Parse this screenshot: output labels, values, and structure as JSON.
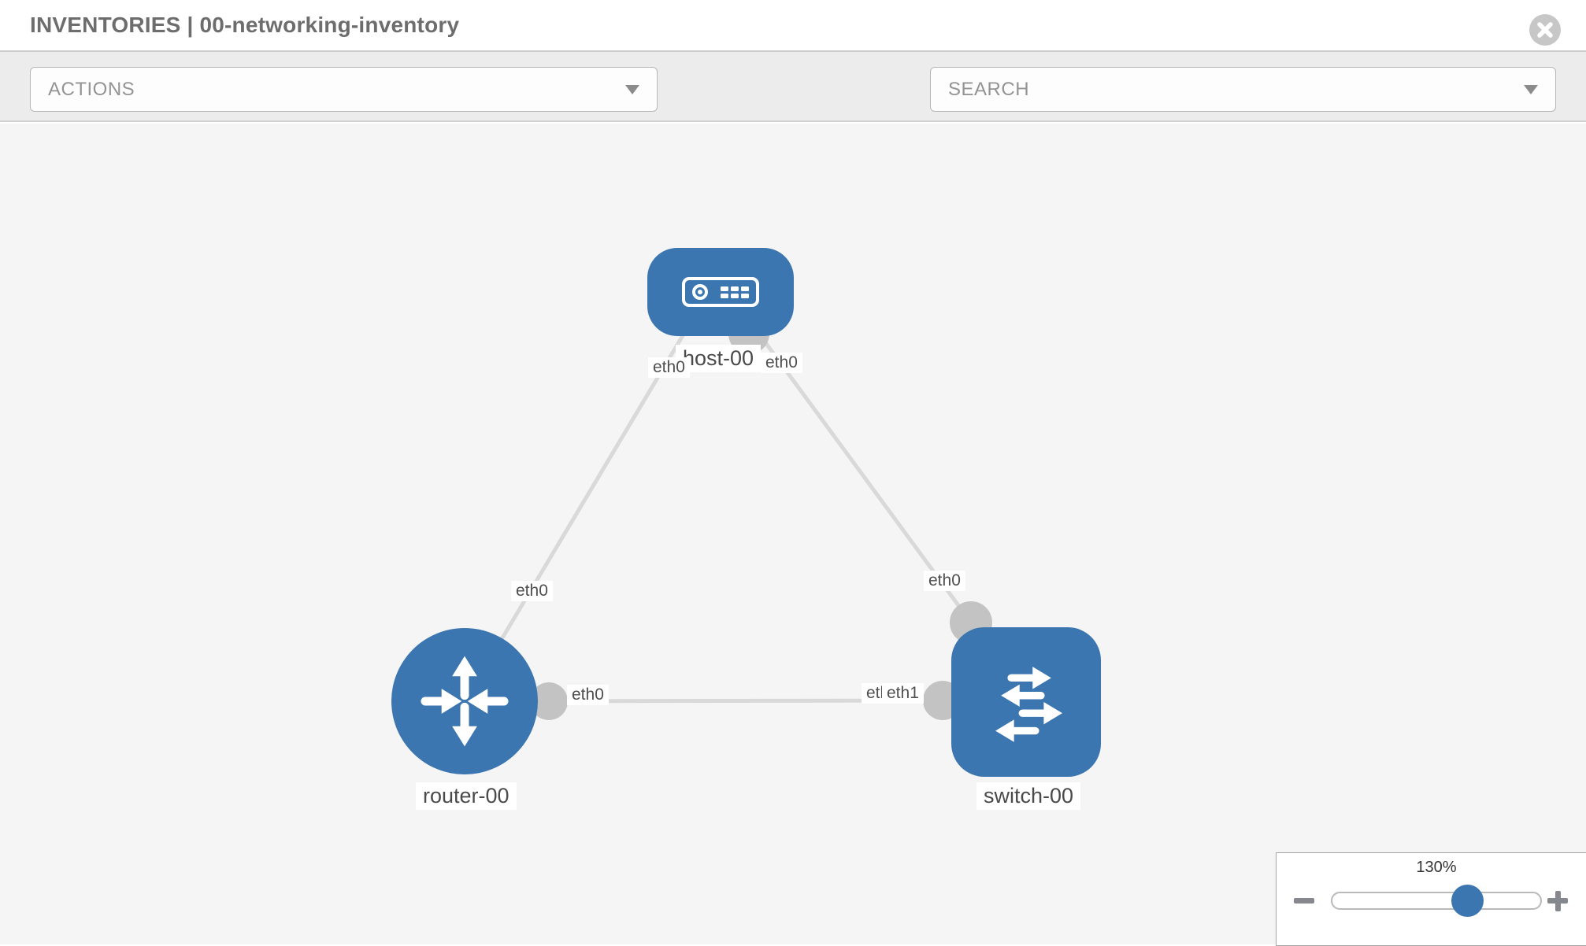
{
  "header": {
    "title": "INVENTORIES | 00-networking-inventory"
  },
  "toolbar": {
    "actions_label": "ACTIONS",
    "search_placeholder": "SEARCH"
  },
  "icons": {
    "close": "circle-x",
    "wrench": "wrench",
    "key": "key",
    "caret": "chevron-down",
    "host": "server",
    "router": "router-arrows",
    "switch": "switch-arrows",
    "zoom_out": "minus",
    "zoom_in": "plus"
  },
  "topology": {
    "nodes": {
      "host": {
        "label": "host-00",
        "type": "host"
      },
      "router": {
        "label": "router-00",
        "type": "router"
      },
      "switch": {
        "label": "switch-00",
        "type": "switch"
      }
    },
    "iface_labels": {
      "host_left": "eth0",
      "host_right": "eth0",
      "router_top": "eth0",
      "router_right": "eth0",
      "switch_top": "eth0",
      "switch_left_back": "eth0",
      "switch_left_front": "eth1"
    },
    "links": [
      {
        "source": "router-00",
        "source_iface": "eth0",
        "target": "host-00",
        "target_iface": "eth0"
      },
      {
        "source": "host-00",
        "source_iface": "eth0",
        "target": "switch-00",
        "target_iface": "eth0"
      },
      {
        "source": "router-00",
        "source_iface": "eth0",
        "target": "switch-00",
        "target_iface": "eth1"
      }
    ]
  },
  "zoom_panel": {
    "level": "130%"
  },
  "colors": {
    "node_blue": "#3c76b0",
    "edge_gray": "#d9d9d9",
    "port_gray": "#c3c3c3",
    "canvas_bg": "#f5f5f5",
    "toolbar_bg": "#ececec"
  }
}
